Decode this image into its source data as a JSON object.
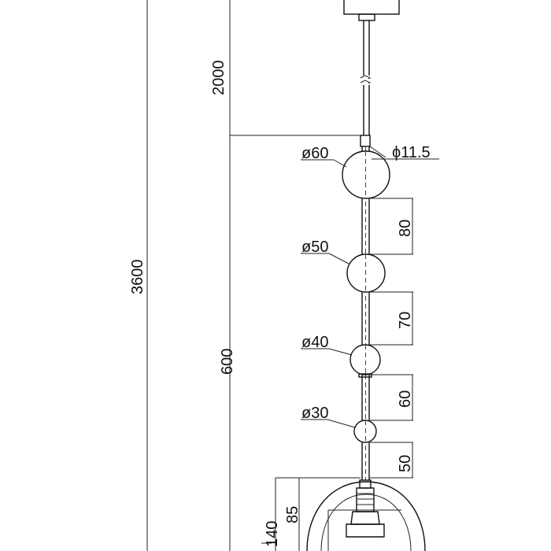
{
  "drawing": {
    "dimensions": {
      "overall_height": "3600",
      "cable_length": "2000",
      "fixture_length": "600",
      "rod_diameter": "11.5",
      "gap_1": "80",
      "gap_2": "70",
      "gap_3": "60",
      "gap_4": "50",
      "shade_height": "140",
      "socket_height": "85"
    },
    "spheres": [
      {
        "label": "60",
        "diameter": 60
      },
      {
        "label": "50",
        "diameter": 50
      },
      {
        "label": "40",
        "diameter": 40
      },
      {
        "label": "30",
        "diameter": 30
      }
    ],
    "diameter_symbol": "ø",
    "diameter_symbol_rod": "ϕ"
  }
}
